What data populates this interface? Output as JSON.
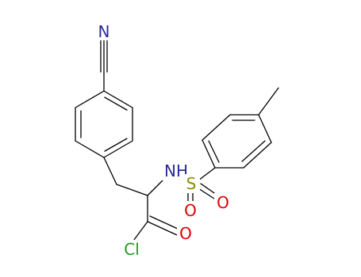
{
  "molecule": {
    "atoms": {
      "nitrile_n": {
        "symbol": "N",
        "color": "#2b2b9c"
      },
      "amide_nh": {
        "symbol": "NH",
        "color": "#2b2b9c"
      },
      "sulfur": {
        "symbol": "S",
        "color": "#8c8c00"
      },
      "sulfonyl_o1": {
        "symbol": "O",
        "color": "#e00000"
      },
      "sulfonyl_o2": {
        "symbol": "O",
        "color": "#e00000"
      },
      "carbonyl_o": {
        "symbol": "O",
        "color": "#e00000"
      },
      "chlorine": {
        "symbol": "Cl",
        "color": "#1e9a1e"
      }
    }
  }
}
